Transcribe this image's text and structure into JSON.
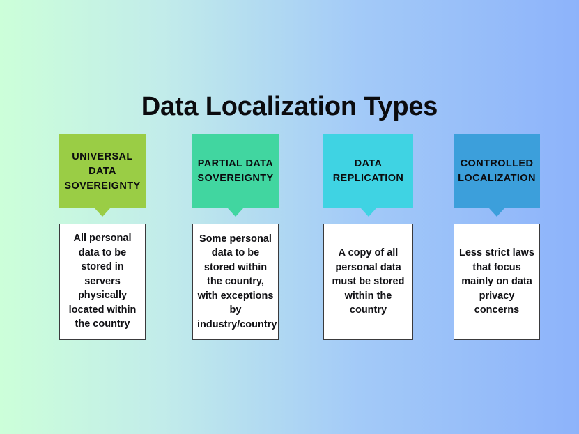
{
  "page": {
    "title": "Data Localization Types",
    "background": {
      "gradient_from": "#ccffd9",
      "gradient_to": "#8db3fa",
      "direction": "horizontal-left-to-right"
    }
  },
  "columns": [
    {
      "header": "UNIVERSAL DATA SOVEREIGNTY",
      "description": "All personal data to be stored in servers physically located within the country",
      "color": "#9acd45"
    },
    {
      "header": "PARTIAL DATA SOVEREIGNTY",
      "description": "Some personal data to be stored within the country, with exceptions by industry/country",
      "color": "#41d6a0"
    },
    {
      "header": "DATA REPLICATION",
      "description": "A copy of all personal data must be stored within the country",
      "color": "#3fd3e3"
    },
    {
      "header": "CONTROLLED LOCALIZATION",
      "description": "Less strict laws that focus mainly on data privacy concerns",
      "color": "#3c9fdb"
    }
  ],
  "card_style": {
    "background": "#ffffff",
    "border_color": "#3a3a3c"
  }
}
